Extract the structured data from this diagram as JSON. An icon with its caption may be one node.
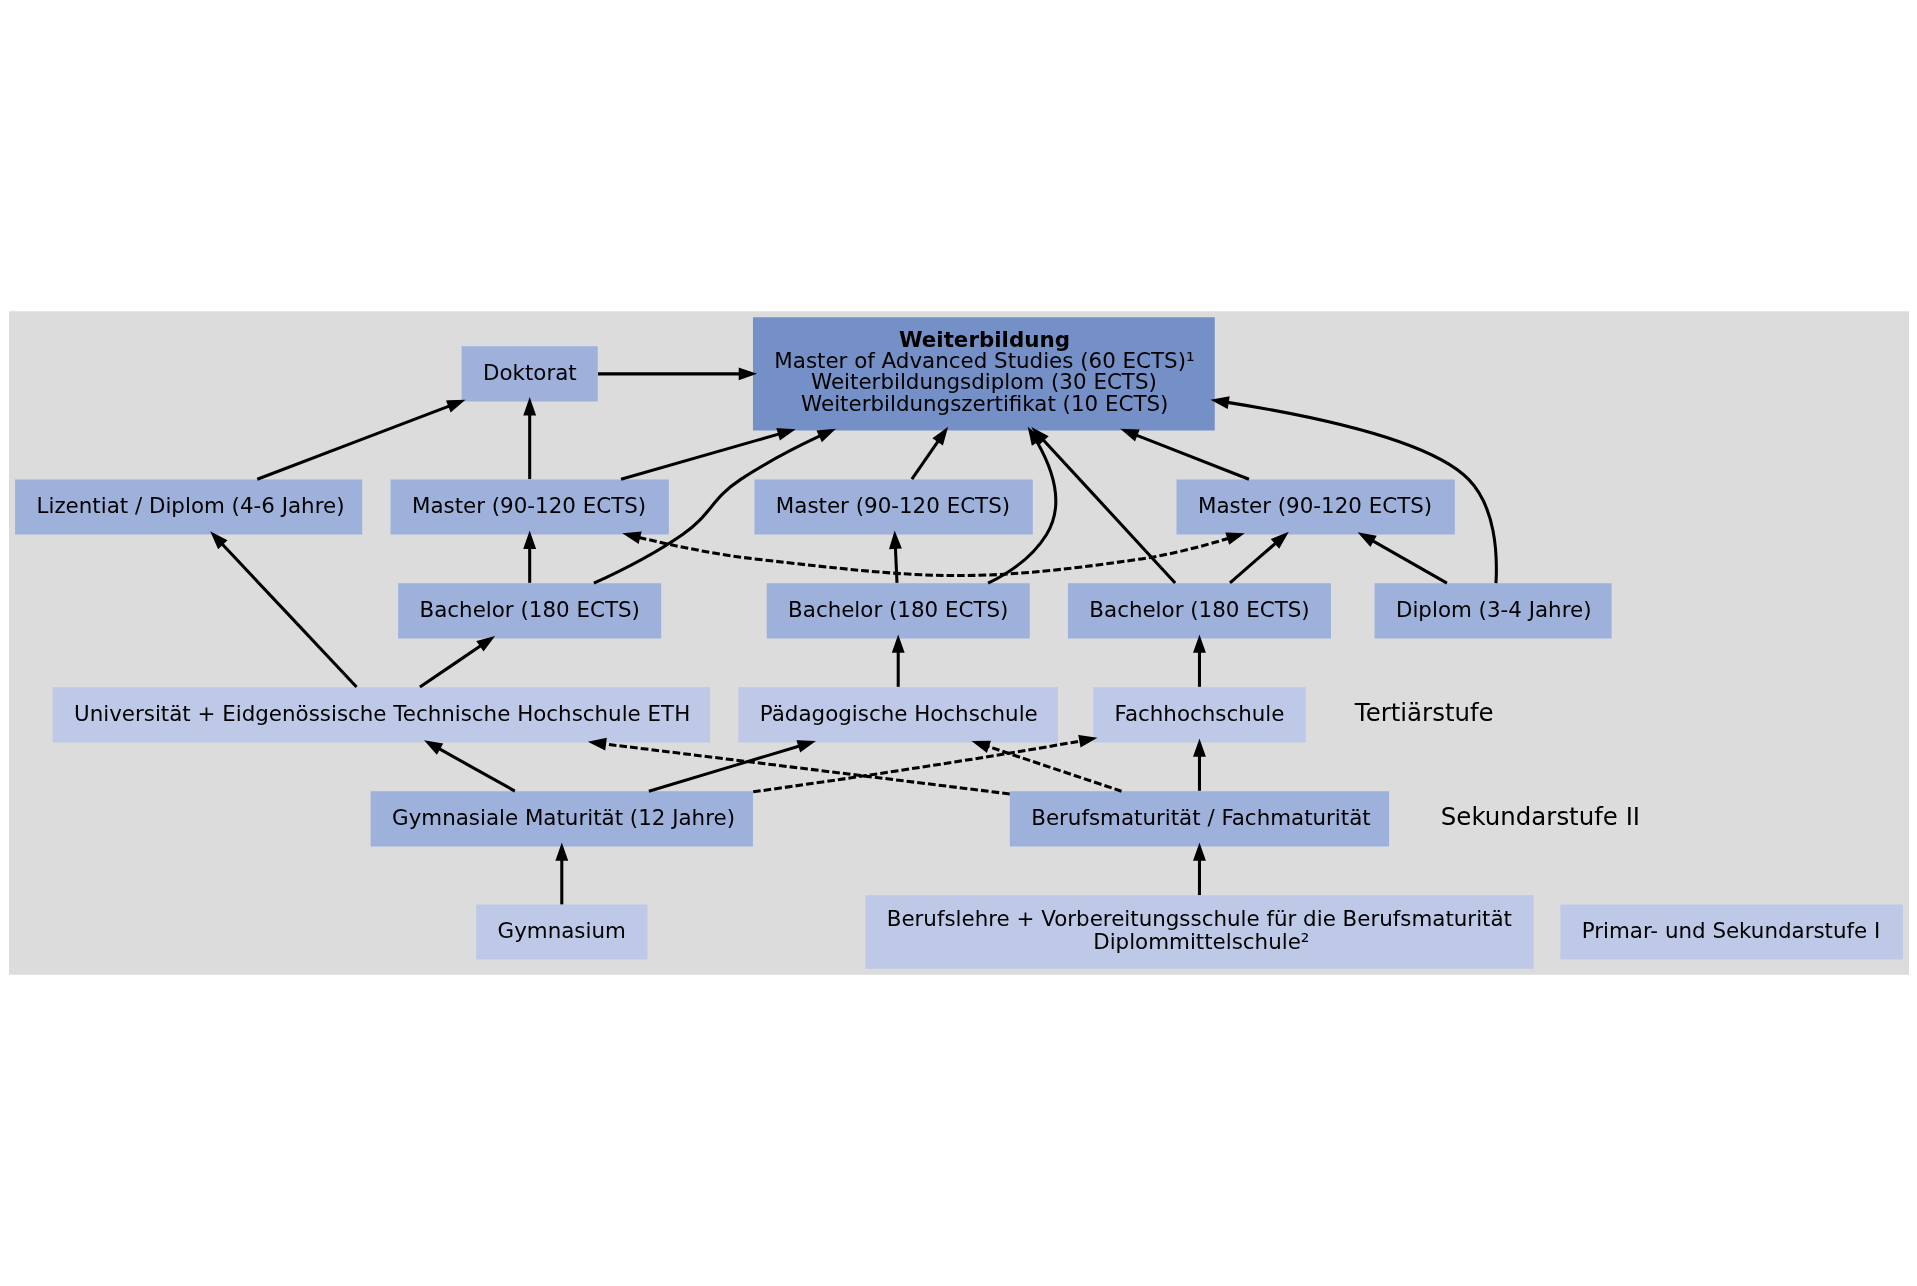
{
  "diagram": {
    "nodes": [
      {
        "text": [
          "Doktorat"
        ]
      },
      {
        "text": [
          "Weiterbildung",
          "Master of Advanced Studies (60 ECTS)¹",
          "Weiterbildungsdiplom (30 ECTS)",
          "Weiterbildungszertifikat (10 ECTS)"
        ]
      },
      {
        "text": [
          "Lizentiat / Diplom (4-6 Jahre)"
        ]
      },
      {
        "text": [
          "Master (90-120 ECTS)"
        ]
      },
      {
        "text": [
          "Master (90-120 ECTS)"
        ]
      },
      {
        "text": [
          "Master (90-120 ECTS)"
        ]
      },
      {
        "text": [
          "Bachelor (180 ECTS)"
        ]
      },
      {
        "text": [
          "Bachelor (180 ECTS)"
        ]
      },
      {
        "text": [
          "Diplom (3-4 Jahre)"
        ]
      },
      {
        "text": [
          "Bachelor (180 ECTS)"
        ]
      },
      {
        "text": [
          "Universität + Eidgenössische Technische Hochschule ETH"
        ]
      },
      {
        "text": [
          "Pädagogische Hochschule"
        ]
      },
      {
        "text": [
          "Fachhochschule"
        ]
      },
      {
        "text": [
          "Gymnasiale Maturität (12 Jahre)"
        ]
      },
      {
        "text": [
          "Berufsmaturität / Fachmaturität"
        ]
      },
      {
        "text": [
          "Gymnasium"
        ]
      },
      {
        "text": [
          "Berufslehre + Vorbereitungsschule für die Berufsmaturität",
          "Diplommittelschule²"
        ]
      },
      {
        "text": [
          "Primar- und Sekundarstufe I"
        ]
      }
    ],
    "edges": [
      {
        "from": 2,
        "to": 0,
        "arrow": "to"
      },
      {
        "from": 3,
        "to": 0,
        "arrow": "to"
      },
      {
        "from": 0,
        "to": 1,
        "arrow": "to"
      },
      {
        "from": 3,
        "to": 1,
        "arrow": "to"
      },
      {
        "from": 6,
        "to": 1,
        "arrow": "to"
      },
      {
        "from": 7,
        "to": 1,
        "arrow": "to"
      },
      {
        "from": 4,
        "to": 1,
        "arrow": "to"
      },
      {
        "from": 8,
        "to": 1,
        "arrow": "to"
      },
      {
        "from": 5,
        "to": 1,
        "arrow": "to"
      },
      {
        "from": 9,
        "to": 1,
        "arrow": "to"
      },
      {
        "from": 6,
        "to": 3,
        "arrow": "to"
      },
      {
        "from": 7,
        "to": 4,
        "arrow": "to"
      },
      {
        "from": 8,
        "to": 5,
        "arrow": "to"
      },
      {
        "from": 9,
        "to": 5,
        "arrow": "to"
      },
      {
        "from": 3,
        "to": 5,
        "arrow": "both",
        "style": "dashed"
      },
      {
        "from": 10,
        "to": 2,
        "arrow": "to"
      },
      {
        "from": 10,
        "to": 6,
        "arrow": "to"
      },
      {
        "from": 11,
        "to": 7,
        "arrow": "to"
      },
      {
        "from": 12,
        "to": 9,
        "arrow": "to"
      },
      {
        "from": 13,
        "to": 10,
        "arrow": "to"
      },
      {
        "from": 13,
        "to": 11,
        "arrow": "to"
      },
      {
        "from": 13,
        "to": 12,
        "arrow": "to",
        "style": "dashed"
      },
      {
        "from": 14,
        "to": 10,
        "arrow": "to",
        "style": "dashed"
      },
      {
        "from": 14,
        "to": 11,
        "arrow": "to",
        "style": "dashed"
      },
      {
        "from": 14,
        "to": 12,
        "arrow": "to"
      },
      {
        "from": 15,
        "to": 13,
        "arrow": "to"
      },
      {
        "from": 16,
        "to": 14,
        "arrow": "to"
      }
    ],
    "labels": [
      "Tertiärstufe",
      "Sekundarstufe II"
    ]
  }
}
